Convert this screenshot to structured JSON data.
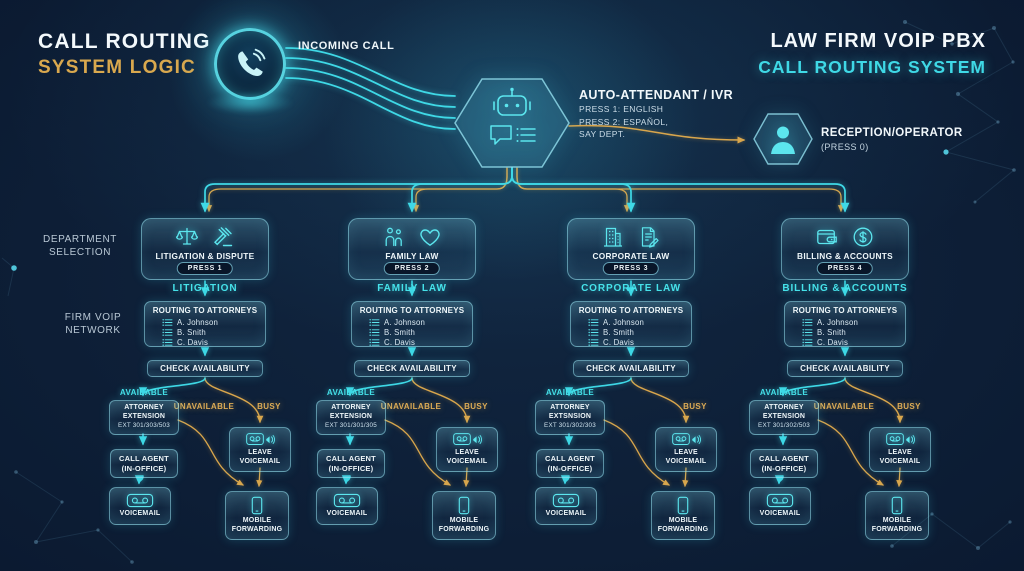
{
  "colors": {
    "background": "#0b1a31",
    "cyan_accent": "#3fd9e6",
    "gold_accent": "#d9a64c",
    "text_white": "#f2f8fb"
  },
  "header": {
    "title_line1": "CALL ROUTING",
    "title_line2": "SYSTEM LOGIC",
    "incoming_call_label": "INCOMING CALL",
    "incoming_call_icon": "phone-icon",
    "right_title_line1": "LAW FIRM VOIP PBX",
    "right_title_line2": "CALL ROUTING SYSTEM"
  },
  "ivr": {
    "icon": "robot-icon",
    "title": "AUTO-ATTENDANT / IVR",
    "line1": "PRESS 1: ENGLISH",
    "line2": "PRESS 2: ESPAÑOL,",
    "line3": "SAY DEPT."
  },
  "reception": {
    "icon": "person-icon",
    "title": "RECEPTION/OPERATOR",
    "subtitle": "(PRESS 0)"
  },
  "side_labels": {
    "dept_line1": "DEPARTMENT",
    "dept_line2": "SELECTION",
    "network_line1": "FIRM VOIP",
    "network_line2": "NETWORK"
  },
  "shared_icons": {
    "attorney_row": "list-icon",
    "leave_voicemail": "voicemail-speaker-icon",
    "voicemail": "voicemail-tape-icon",
    "mobile": "mobile-phone-icon"
  },
  "departments": [
    {
      "name": "LITIGATION & DISPUTE",
      "press": "PRESS 1",
      "icons": [
        "scales-icon",
        "gavel-icon"
      ],
      "sub_label": "LITIGATION",
      "routing_title": "ROUTING TO ATTORNEYS",
      "attorneys": [
        "A. Johnson",
        "B. Snith",
        "C. Davis"
      ],
      "check_label": "CHECK AVAILABILITY",
      "available_label": "AVAILABLE",
      "unavailable_label": "UNAVAILABLE",
      "busy_label": "BUSY",
      "extension_line1": "ATTORNEY",
      "extension_line2": "EXTENSION",
      "extension_line3": "EXT 301/303/503",
      "call_agent_line1": "CALL AGENT",
      "call_agent_line2": "(IN-OFFICE)",
      "leave_vm_line1": "LEAVE",
      "leave_vm_line2": "VOICEMAIL",
      "voicemail_label": "VOICEMAIL",
      "mobile_line1": "MOBILE",
      "mobile_line2": "FORWARDING"
    },
    {
      "name": "FAMILY LAW",
      "press": "PRESS 2",
      "icons": [
        "family-icon",
        "heart-icon"
      ],
      "sub_label": "FAMILY LAW",
      "routing_title": "ROUTING TO ATTORNEYS",
      "attorneys": [
        "A. Johnson",
        "B. Smith",
        "C. Davis"
      ],
      "check_label": "CHECK AVAILABILITY",
      "available_label": "AVAILABLE",
      "unavailable_label": "UNAVAILABLE",
      "busy_label": "BUSY",
      "extension_line1": "ATTORNEY",
      "extension_line2": "EXTENSION",
      "extension_line3": "EXT 301/301/305",
      "call_agent_line1": "CALL AGENT",
      "call_agent_line2": "(IN-OFFICE)",
      "leave_vm_line1": "LEAVE",
      "leave_vm_line2": "VOICEMAIL",
      "voicemail_label": "VOICEMAIL",
      "mobile_line1": "MOBILE",
      "mobile_line2": "FORWARDING"
    },
    {
      "name": "CORPORATE LAW",
      "press": "PRESS 3",
      "icons": [
        "building-icon",
        "contract-icon"
      ],
      "sub_label": "CORPORATE LAW",
      "routing_title": "ROUTING TO ATTORNEYS",
      "attorneys": [
        "A. Johnson",
        "B. Smith",
        "C. Davis"
      ],
      "check_label": "CHECK AVAILABILITY",
      "available_label": "AVAILABLE",
      "unavailable_label": "",
      "busy_label": "BUSY",
      "extension_line1": "ATTORNEY",
      "extension_line2": "EXTSNSION",
      "extension_line3": "EXT 301/302/303",
      "call_agent_line1": "CALL AGENT",
      "call_agent_line2": "(IN-OFFICE)",
      "leave_vm_line1": "LEAVE",
      "leave_vm_line2": "VOICEMAIL",
      "voicemail_label": "VOICEMAIL",
      "mobile_line1": "MOBILE",
      "mobile_line2": "FORWARDING"
    },
    {
      "name": "BILLING & ACCOUNTS",
      "press": "PRESS 4",
      "icons": [
        "wallet-icon",
        "dollar-icon"
      ],
      "sub_label": "BILLING & ACCOUNTS",
      "routing_title": "ROUTING TO ATTORNEYS",
      "attorneys": [
        "A. Johnson",
        "B. Snith",
        "C. Davis"
      ],
      "check_label": "CHECK AVAILABILITY",
      "available_label": "AVAILABLE",
      "unavailable_label": "UNAVAILABLE",
      "busy_label": "BUSY",
      "extension_line1": "ATTORNEY",
      "extension_line2": "EXTENSION",
      "extension_line3": "EXT 301/302/503",
      "call_agent_line1": "CALL AGENT",
      "call_agent_line2": "(IN-OFFICE)",
      "leave_vm_line1": "LEAVE",
      "leave_vm_line2": "VOICEMAIL",
      "voicemail_label": "VOICEMAIL",
      "mobile_line1": "MOBILE",
      "mobile_line2": "FORWARDING"
    }
  ]
}
